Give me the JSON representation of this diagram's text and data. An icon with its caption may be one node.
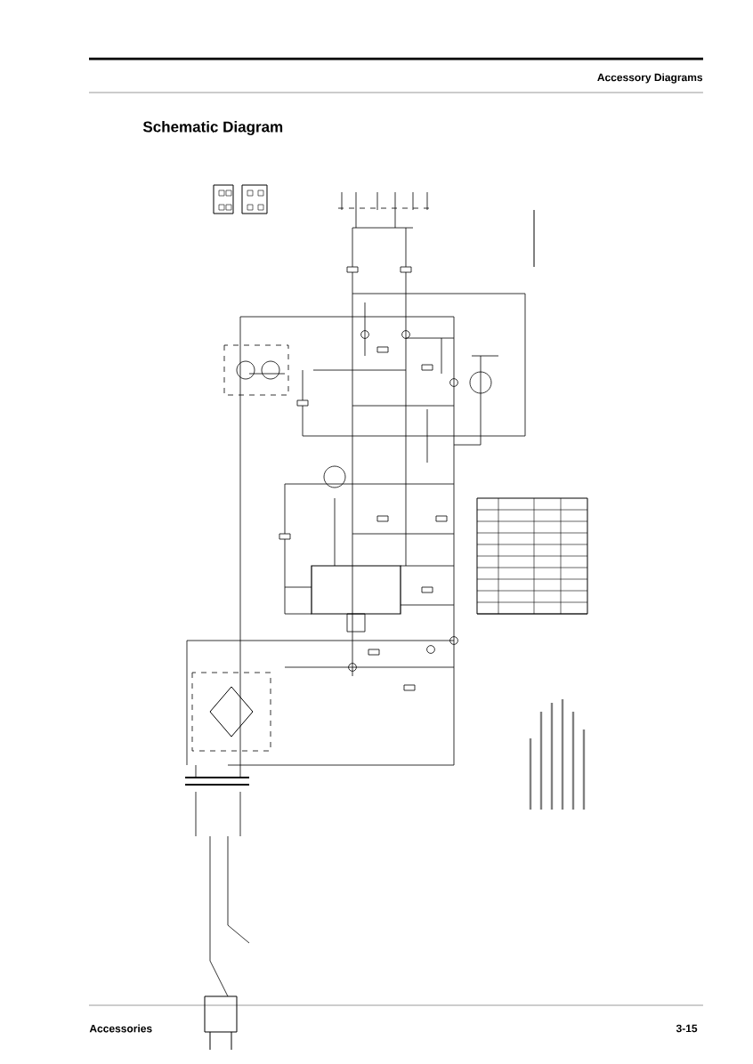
{
  "diagram": {
    "title": "Schematic Diagram",
    "labels": [
      "Accessory Diagrams",
      "Accessories",
      "3-15"
    ]
  }
}
